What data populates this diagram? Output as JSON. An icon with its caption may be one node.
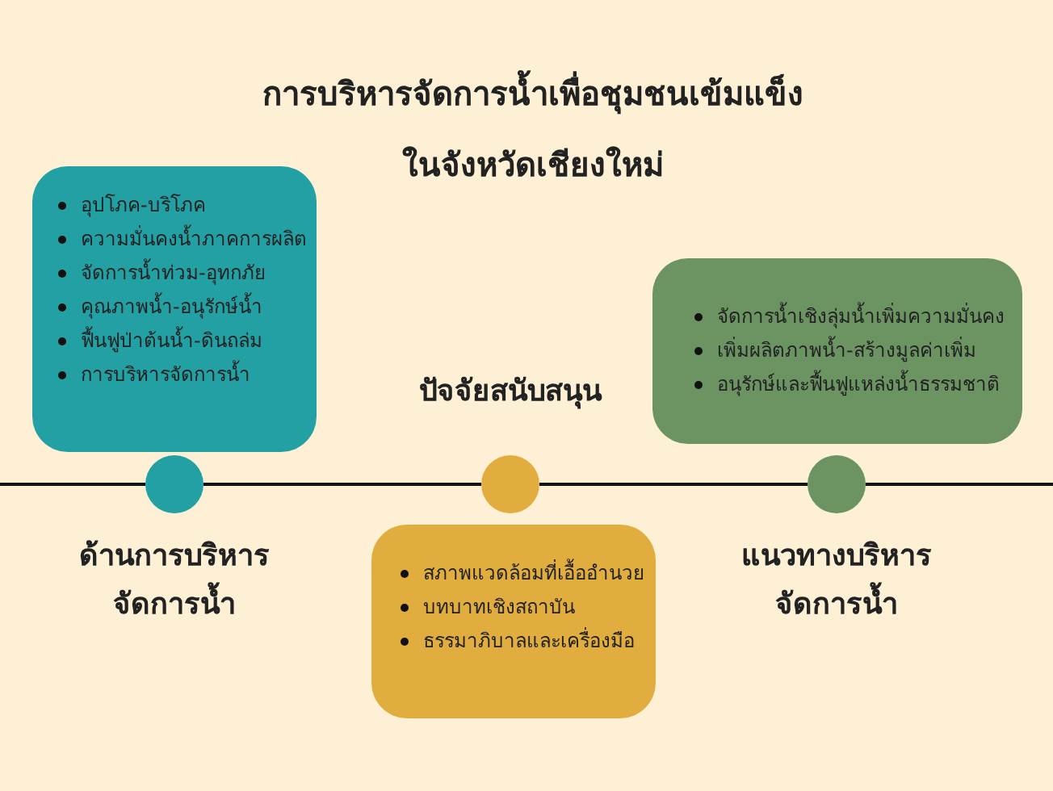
{
  "diagram": {
    "title": "การบริหารจัดการน้ำเพื่อชุมชนเข้มแข็ง ในจังหวัดเชียงใหม่",
    "nodes": [
      {
        "text": [
          "อุปโภค-บริโภค",
          "ความมั่นคงน้ำภาคการผลิต",
          "จัดการน้ำท่วม-อุทกภัย",
          "คุณภาพน้ำ-อนุรักษ์น้ำ",
          "ฟื้นฟูป่าต้นน้ำ-ดินถล่ม",
          "การบริหารจัดการน้ำ"
        ]
      },
      {
        "text": [
          "จัดการน้ำเชิงลุ่มน้ำเพิ่มความมั่นคง",
          "เพิ่มผลิตภาพน้ำ-สร้างมูลค่าเพิ่ม",
          "อนุรักษ์และฟื้นฟูแหล่งน้ำธรรมชาติ"
        ]
      },
      {
        "text": [],
        "shape": "circle",
        "beside": [
          "ด้านการบริหาร จัดการน้ำ"
        ]
      },
      {
        "text": [],
        "shape": "circle",
        "beside": [
          "ปัจจัยสนับสนุน"
        ]
      },
      {
        "text": [],
        "shape": "circle",
        "beside": [
          "แนวทางบริหาร จัดการน้ำ"
        ]
      },
      {
        "text": [
          "สภาพแวดล้อมที่เอื้ออำนวย",
          "บทบาทเชิงสถาบัน",
          "ธรรมาภิบาลและเครื่องมือ"
        ]
      }
    ],
    "edges": [
      {
        "from": null,
        "to": 2,
        "arrow": "none"
      },
      {
        "from": 2,
        "to": 3,
        "arrow": "none"
      },
      {
        "from": 3,
        "to": 4,
        "arrow": "none"
      },
      {
        "from": 4,
        "to": null,
        "arrow": "none"
      }
    ]
  }
}
